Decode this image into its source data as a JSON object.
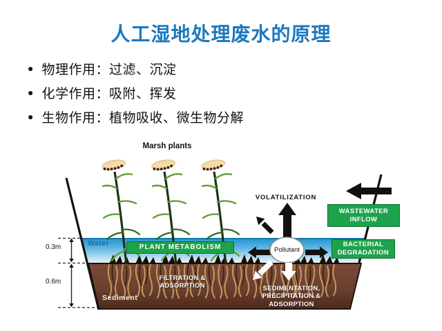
{
  "slide": {
    "title": "人工湿地处理废水的原理",
    "bullet_marker": "●",
    "bullets": [
      "物理作用：过滤、沉淀",
      "化学作用：吸附、挥发",
      "生物作用：植物吸收、微生物分解"
    ]
  },
  "diagram": {
    "marsh_plants": "Marsh plants",
    "volatilization": "VOLATILIZATION",
    "wastewater_inflow": "WASTEWATER INFLOW",
    "bacterial_degradation": "BACTERIAL DEGRADATION",
    "plant_metabolism": "PLANT METABOLISM",
    "pollutant": "Pollutant",
    "water": "Water",
    "sediment": "Sediment",
    "filtration": "FILTRATION & ADSORPTION",
    "sedimentation": "SEDIMENTATION, PRECIPITATION & ADSORPTION",
    "depth_water": "0.3m",
    "depth_sediment": "0.6m",
    "colors": {
      "title_blue": "#1B79BE",
      "box_green": "#1EA24C",
      "water_blue": "#1E95D2",
      "sediment_brown": "#6B4030"
    }
  }
}
